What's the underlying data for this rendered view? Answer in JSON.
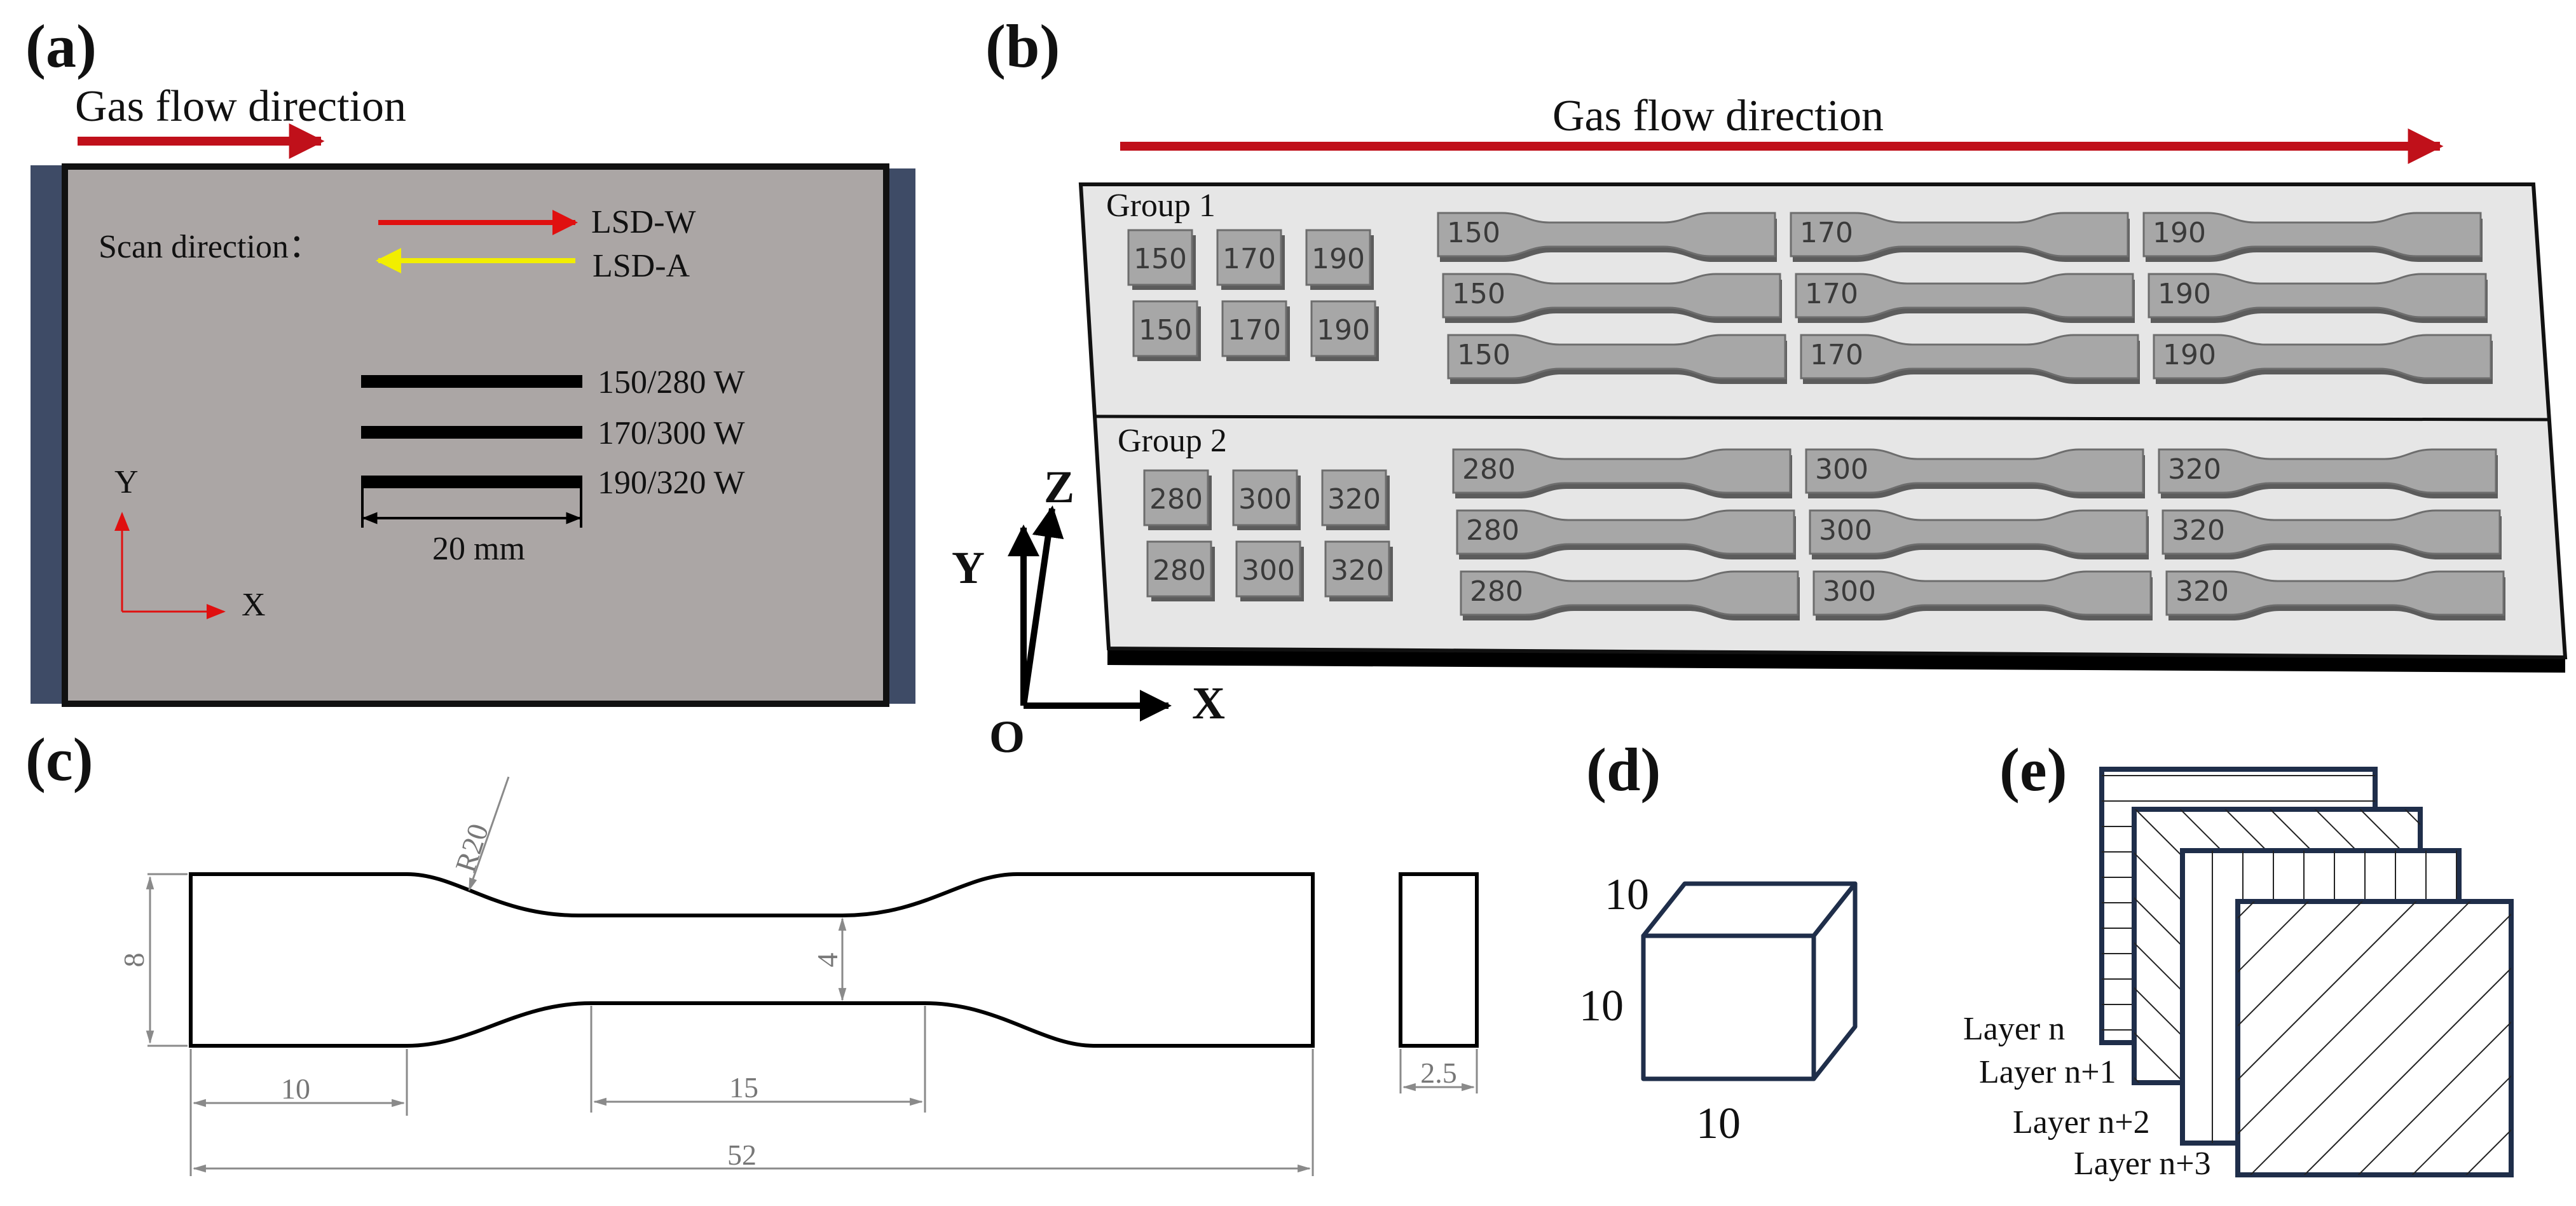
{
  "panels": {
    "a": {
      "label": "(a)",
      "gas_flow": "Gas flow direction",
      "scan_label": "Scan direction：",
      "lsd_w": "LSD-W",
      "lsd_a": "LSD-A",
      "tracks": [
        "150/280 W",
        "170/300 W",
        "190/320 W"
      ],
      "track_length": "20 mm",
      "axis_y": "Y",
      "axis_x": "X",
      "colors": {
        "plate": "#aba6a5",
        "clamp": "#3e4b66",
        "arrow_red": "#c0101a",
        "arrow_yellow": "#f2ee00"
      }
    },
    "b": {
      "label": "(b)",
      "gas_flow": "Gas flow direction",
      "group1": {
        "title": "Group 1",
        "cube_rows": [
          [
            "150",
            "170",
            "190"
          ],
          [
            "150",
            "170",
            "190"
          ]
        ],
        "specimen_rows": [
          [
            "150",
            "170",
            "190"
          ],
          [
            "150",
            "170",
            "190"
          ],
          [
            "150",
            "170",
            "190"
          ]
        ]
      },
      "group2": {
        "title": "Group 2",
        "cube_rows": [
          [
            "280",
            "300",
            "320"
          ],
          [
            "280",
            "300",
            "320"
          ]
        ],
        "specimen_rows": [
          [
            "280",
            "300",
            "320"
          ],
          [
            "280",
            "300",
            "320"
          ],
          [
            "280",
            "300",
            "320"
          ]
        ]
      },
      "axis_y": "Y",
      "axis_z": "Z",
      "axis_x": "X",
      "origin": "O",
      "colors": {
        "plate": "#e6e6e6",
        "specimen": "#a7a7a7",
        "specimen_side": "#6d6d6d"
      }
    },
    "c": {
      "label": "(c)",
      "radius": "R20",
      "height": "8",
      "gauge_width": "4",
      "grip_length": "10",
      "gauge_length": "15",
      "total_length": "52",
      "thickness": "2.5"
    },
    "d": {
      "label": "(d)",
      "top": "10",
      "left": "10",
      "bottom": "10"
    },
    "e": {
      "label": "(e)",
      "layers": [
        "Layer n",
        "Layer n+1",
        "Layer n+2",
        "Layer n+3"
      ],
      "colors": {
        "frame": "#1f2e4a"
      }
    }
  }
}
